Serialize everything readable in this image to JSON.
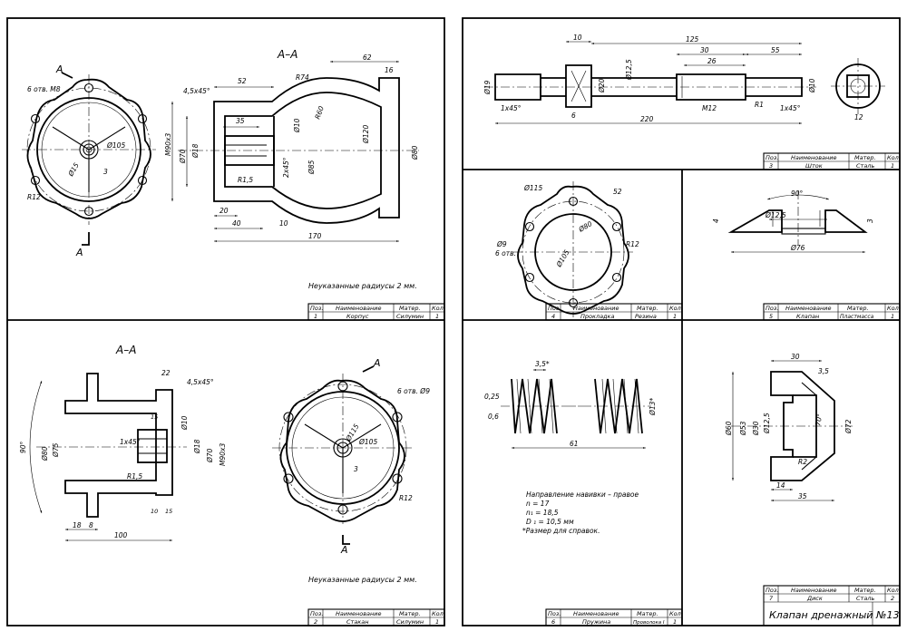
{
  "sheet1": {
    "section_label": "А–А",
    "cut_mark": "А",
    "note": "Неуказанные радиусы 2 мм.",
    "dims": {
      "holes": "6 отв. M8",
      "r12": "R12",
      "d105": "Ø105",
      "d15": "Ø15",
      "three": "3",
      "chamfer": "4,5x45°",
      "d52": "52",
      "d35": "35",
      "d74": "R74",
      "d62": "62",
      "d16": "16",
      "m90": "M90x3",
      "d70": "Ø70",
      "d18": "Ø18",
      "d10": "Ø10",
      "r60": "R60",
      "d120": "Ø120",
      "d80": "Ø80",
      "d85": "Ø85",
      "ch2": "2x45°",
      "r15": "R1,5",
      "d20": "20",
      "d40": "40",
      "d10b": "10",
      "d170": "170"
    },
    "title": {
      "pos": "Поз.",
      "name": "Наименование",
      "mat": "Матер.",
      "qty": "Кол.",
      "pos_v": "1",
      "name_v": "Корпус",
      "mat_v": "Силумин",
      "qty_v": "1"
    }
  },
  "sheet2": {
    "section_label": "А–А",
    "cut_mark": "А",
    "note": "Неуказанные радиусы 2 мм.",
    "dims": {
      "d22": "22",
      "chamfer": "4,5x45°",
      "a90": "90°",
      "d80": "Ø80",
      "d75": "Ø75",
      "d15": "15",
      "ch1": "1x45°",
      "d10": "Ø10",
      "d18": "Ø18",
      "d70": "Ø70",
      "m90": "M90x3",
      "r15": "R1,5",
      "d10b": "10",
      "d15b": "15",
      "d18b": "18",
      "d8": "8",
      "d100": "100",
      "holes": "6 отв. Ø9",
      "d115": "Ø115",
      "d105": "Ø105",
      "three": "3",
      "r12": "R12"
    },
    "title": {
      "pos": "Поз.",
      "name": "Наименование",
      "mat": "Матер.",
      "qty": "Кол.",
      "pos_v": "2",
      "name_v": "Стакан",
      "mat_v": "Силумин",
      "qty_v": "1"
    }
  },
  "sheet3": {
    "dims": {
      "d10": "10",
      "d125": "125",
      "d30": "30",
      "d55": "55",
      "d125b": "Ø12,5",
      "d26": "26",
      "d19": "Ø19",
      "d20": "Ø20",
      "d10v": "Ø10",
      "ch1": "1x45°",
      "d6": "6",
      "m12": "M12",
      "r1": "R1",
      "ch2": "1x45°",
      "d220": "220",
      "d12": "12"
    },
    "title": {
      "pos": "Поз.",
      "name": "Наименование",
      "mat": "Матер.",
      "qty": "Кол.",
      "pos_v": "3",
      "name_v": "Шток",
      "mat_v": "Сталь",
      "qty_v": "1"
    }
  },
  "sheet4": {
    "dims": {
      "d115": "Ø115",
      "d52": "52",
      "d80": "Ø80",
      "d105": "Ø105",
      "d9": "Ø9",
      "holes": "6 отв.",
      "r12": "R12"
    },
    "title": {
      "pos": "Поз.",
      "name": "Наименование",
      "mat": "Матер.",
      "qty": "Кол.",
      "pos_v": "4",
      "name_v": "Прокладка",
      "mat_v": "Резина",
      "qty_v": "1"
    }
  },
  "sheet5": {
    "dims": {
      "a90": "90°",
      "d4": "4",
      "d125": "Ø12,5",
      "d3": "3",
      "d76": "Ø76"
    },
    "title": {
      "pos": "Поз.",
      "name": "Наименование",
      "mat": "Матер.",
      "qty": "Кол.",
      "pos_v": "5",
      "name_v": "Клапан",
      "mat_v": "Пластмасса",
      "qty_v": "1"
    }
  },
  "sheet6": {
    "dims": {
      "d35": "3,5*",
      "d025": "0,25",
      "d06": "0,6",
      "d13": "Ø13*",
      "d61": "61"
    },
    "notes": [
      "Направление навивки – правое",
      "n = 17",
      "n₁ = 18,5",
      "D ₁ = 10,5 мм",
      "*Размер для справок."
    ],
    "title": {
      "pos": "Поз.",
      "name": "Наименование",
      "mat": "Матер.",
      "qty": "Кол.",
      "pos_v": "6",
      "name_v": "Пружина",
      "mat_v": "Проволока I",
      "qty_v": "1"
    }
  },
  "sheet7": {
    "dims": {
      "d30": "30",
      "d35r": "3,5",
      "d60": "Ø60",
      "d53": "Ø53",
      "d30v": "Ø30",
      "d125": "Ø12,5",
      "a70": "70°",
      "d72": "Ø72",
      "r2": "R2",
      "d14": "14",
      "d35": "35"
    },
    "title": {
      "pos": "Поз.",
      "name": "Наименование",
      "mat": "Матер.",
      "qty": "Кол.",
      "pos_v": "7",
      "name_v": "Диск",
      "mat_v": "Сталь",
      "qty_v": "2"
    }
  },
  "main_title": {
    "name": "Клапан дренажный",
    "number": "№13"
  }
}
